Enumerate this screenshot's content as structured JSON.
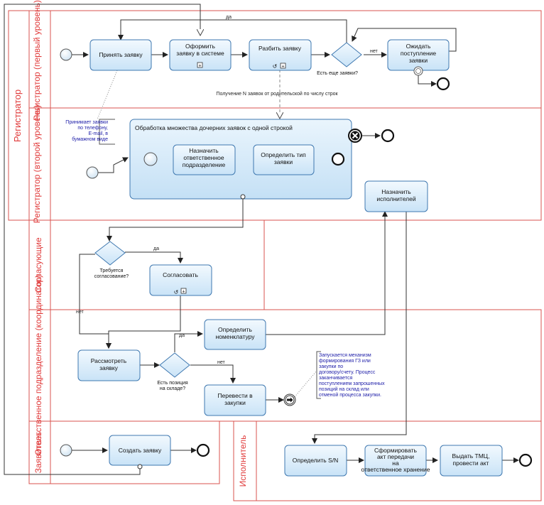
{
  "pool": {
    "label": "Регистратор"
  },
  "lanes": {
    "reg1": "Регистратор (первый уровень)",
    "reg2": "Регистратор (второй уровень)",
    "approvers": "Согласующие",
    "responsible": "Ответственное подразделение (координатор)",
    "applicant": "Заявитель",
    "executor": "Исполнитель"
  },
  "tasks": {
    "accept": "Принять заявку",
    "register": "Оформить заявку в системе",
    "split": "Разбить заявку",
    "wait": "Ожидать поступление заявки",
    "subprocess_title": "Обработка множества дочерних заявок с одной строкой",
    "assign_dept": "Назначить ответственное подразделение",
    "define_type": "Определить тип заявки",
    "assign_exec": "Назначить исполнителей",
    "approve": "Согласовать",
    "review": "Рассмотреть заявку",
    "nomenclature": "Определить номенклатуру",
    "to_purchase": "Перевести в закупки",
    "create": "Создать заявку",
    "define_sn": "Определить S/N",
    "form_act": "Сформировать акт передачи на ответственное хранение",
    "issue": "Выдать ТМЦ, провести акт"
  },
  "gateways": {
    "more_requests": "Есть еще заявки?",
    "approval_needed": "Требуется согласование?",
    "in_stock": "Есть позиция на складе?"
  },
  "flow_labels": {
    "yes_top": "да",
    "no_top": "нет",
    "yes_approval": "да",
    "no_approval": "нет",
    "yes_stock": "да",
    "no_stock": "нет"
  },
  "annotations": {
    "phone": "Принимает заявки по телефону, E-mail, в бумажном виде",
    "split_note": "Получение N заявок от родительской по числу строк",
    "purchase": "Запускается механизм формирования ГЗ или закупки по договору/счету. Процесс заканчивается поступлением запрошенных позиций на склад или отменой процесса закупки."
  },
  "colors": {
    "lane_border": "#d9534f",
    "lane_text": "#e03a3a",
    "task_fill_top": "#f2f9fe",
    "task_fill_bottom": "#c9e3f7",
    "task_stroke": "#3f78b0",
    "annotation_text": "#2222aa"
  }
}
